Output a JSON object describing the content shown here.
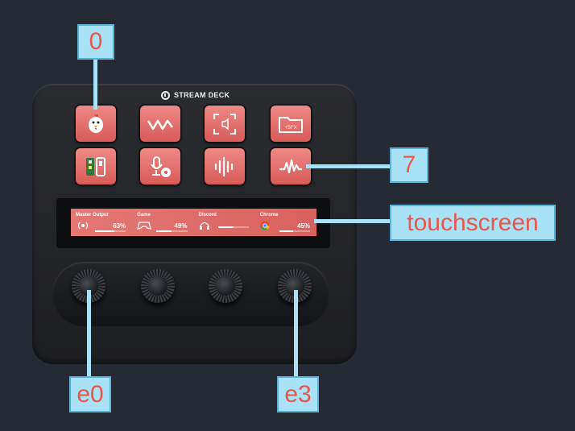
{
  "device": {
    "brand": "STREAM DECK"
  },
  "keys": [
    {
      "icon": "chicken-icon"
    },
    {
      "icon": "waveform-icon"
    },
    {
      "icon": "screenshot-icon"
    },
    {
      "icon": "sfx-folder-icon",
      "text": "+SFX"
    },
    {
      "icon": "mixer-icon"
    },
    {
      "icon": "mic-broadcast-icon"
    },
    {
      "icon": "audio-bars-icon"
    },
    {
      "icon": "sound-spike-icon"
    }
  ],
  "touchscreen": {
    "segments": [
      {
        "name": "Master Output",
        "value": "63%",
        "level": 0.63,
        "icon": "broadcast-icon"
      },
      {
        "name": "Game",
        "value": "49%",
        "level": 0.49,
        "icon": "gamepad-icon"
      },
      {
        "name": "Discord",
        "value": "",
        "level": 0.5,
        "icon": "headphones-icon"
      },
      {
        "name": "Chrome",
        "value": "45%",
        "level": 0.45,
        "icon": "chrome-icon"
      }
    ]
  },
  "annotations": {
    "key0": "0",
    "key7": "7",
    "touchscreen": "touchscreen",
    "encoder0": "e0",
    "encoder3": "e3"
  },
  "colors": {
    "background": "#262a35",
    "key": "#e2726e",
    "label_bg": "#a9e2f7",
    "label_text": "#e8574a"
  }
}
